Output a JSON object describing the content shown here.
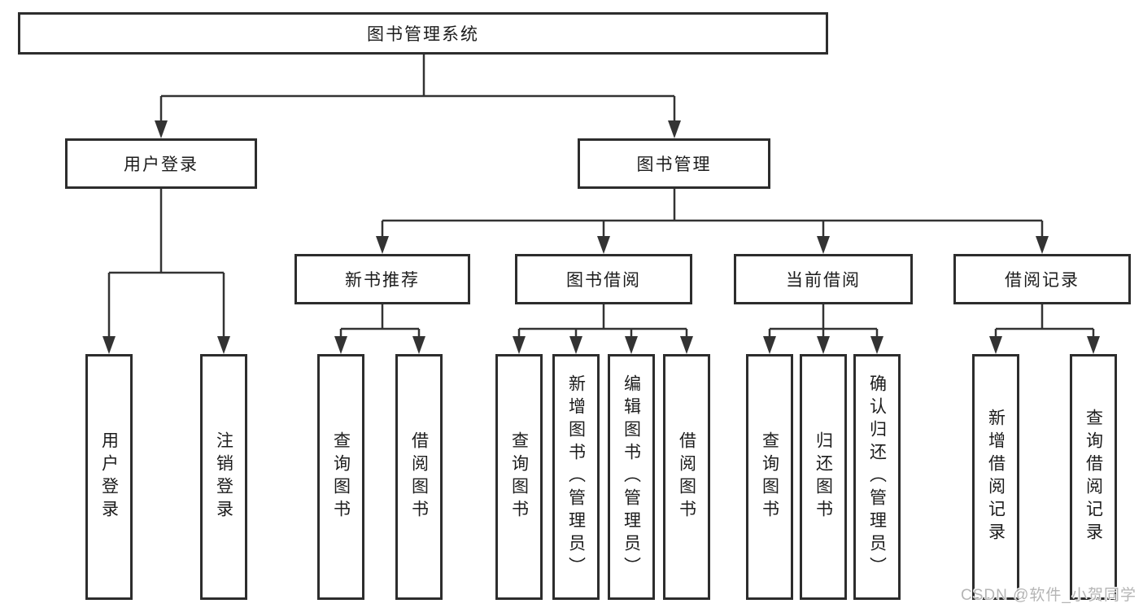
{
  "diagram": {
    "tree": {
      "label": "图书管理系统",
      "children": [
        {
          "label": "用户登录",
          "children": [
            {
              "label": "用户登录"
            },
            {
              "label": "注销登录"
            }
          ]
        },
        {
          "label": "图书管理",
          "children": [
            {
              "label": "新书推荐",
              "children": [
                {
                  "label": "查询图书"
                },
                {
                  "label": "借阅图书"
                }
              ]
            },
            {
              "label": "图书借阅",
              "children": [
                {
                  "label": "查询图书"
                },
                {
                  "label": "新增图书（管理员）"
                },
                {
                  "label": "编辑图书（管理员）"
                },
                {
                  "label": "借阅图书"
                }
              ]
            },
            {
              "label": "当前借阅",
              "children": [
                {
                  "label": "查询图书"
                },
                {
                  "label": "归还图书"
                },
                {
                  "label": "确认归还（管理员）"
                }
              ]
            },
            {
              "label": "借阅记录",
              "children": [
                {
                  "label": "新增借阅记录"
                },
                {
                  "label": "查询借阅记录"
                }
              ]
            }
          ]
        }
      ]
    },
    "colors": {
      "line": "#333333",
      "border": "#2d2d2d",
      "text": "#1c1c1c",
      "watermark": "#b5b5b5"
    }
  },
  "watermark": "CSDN @软件_小贺同学"
}
